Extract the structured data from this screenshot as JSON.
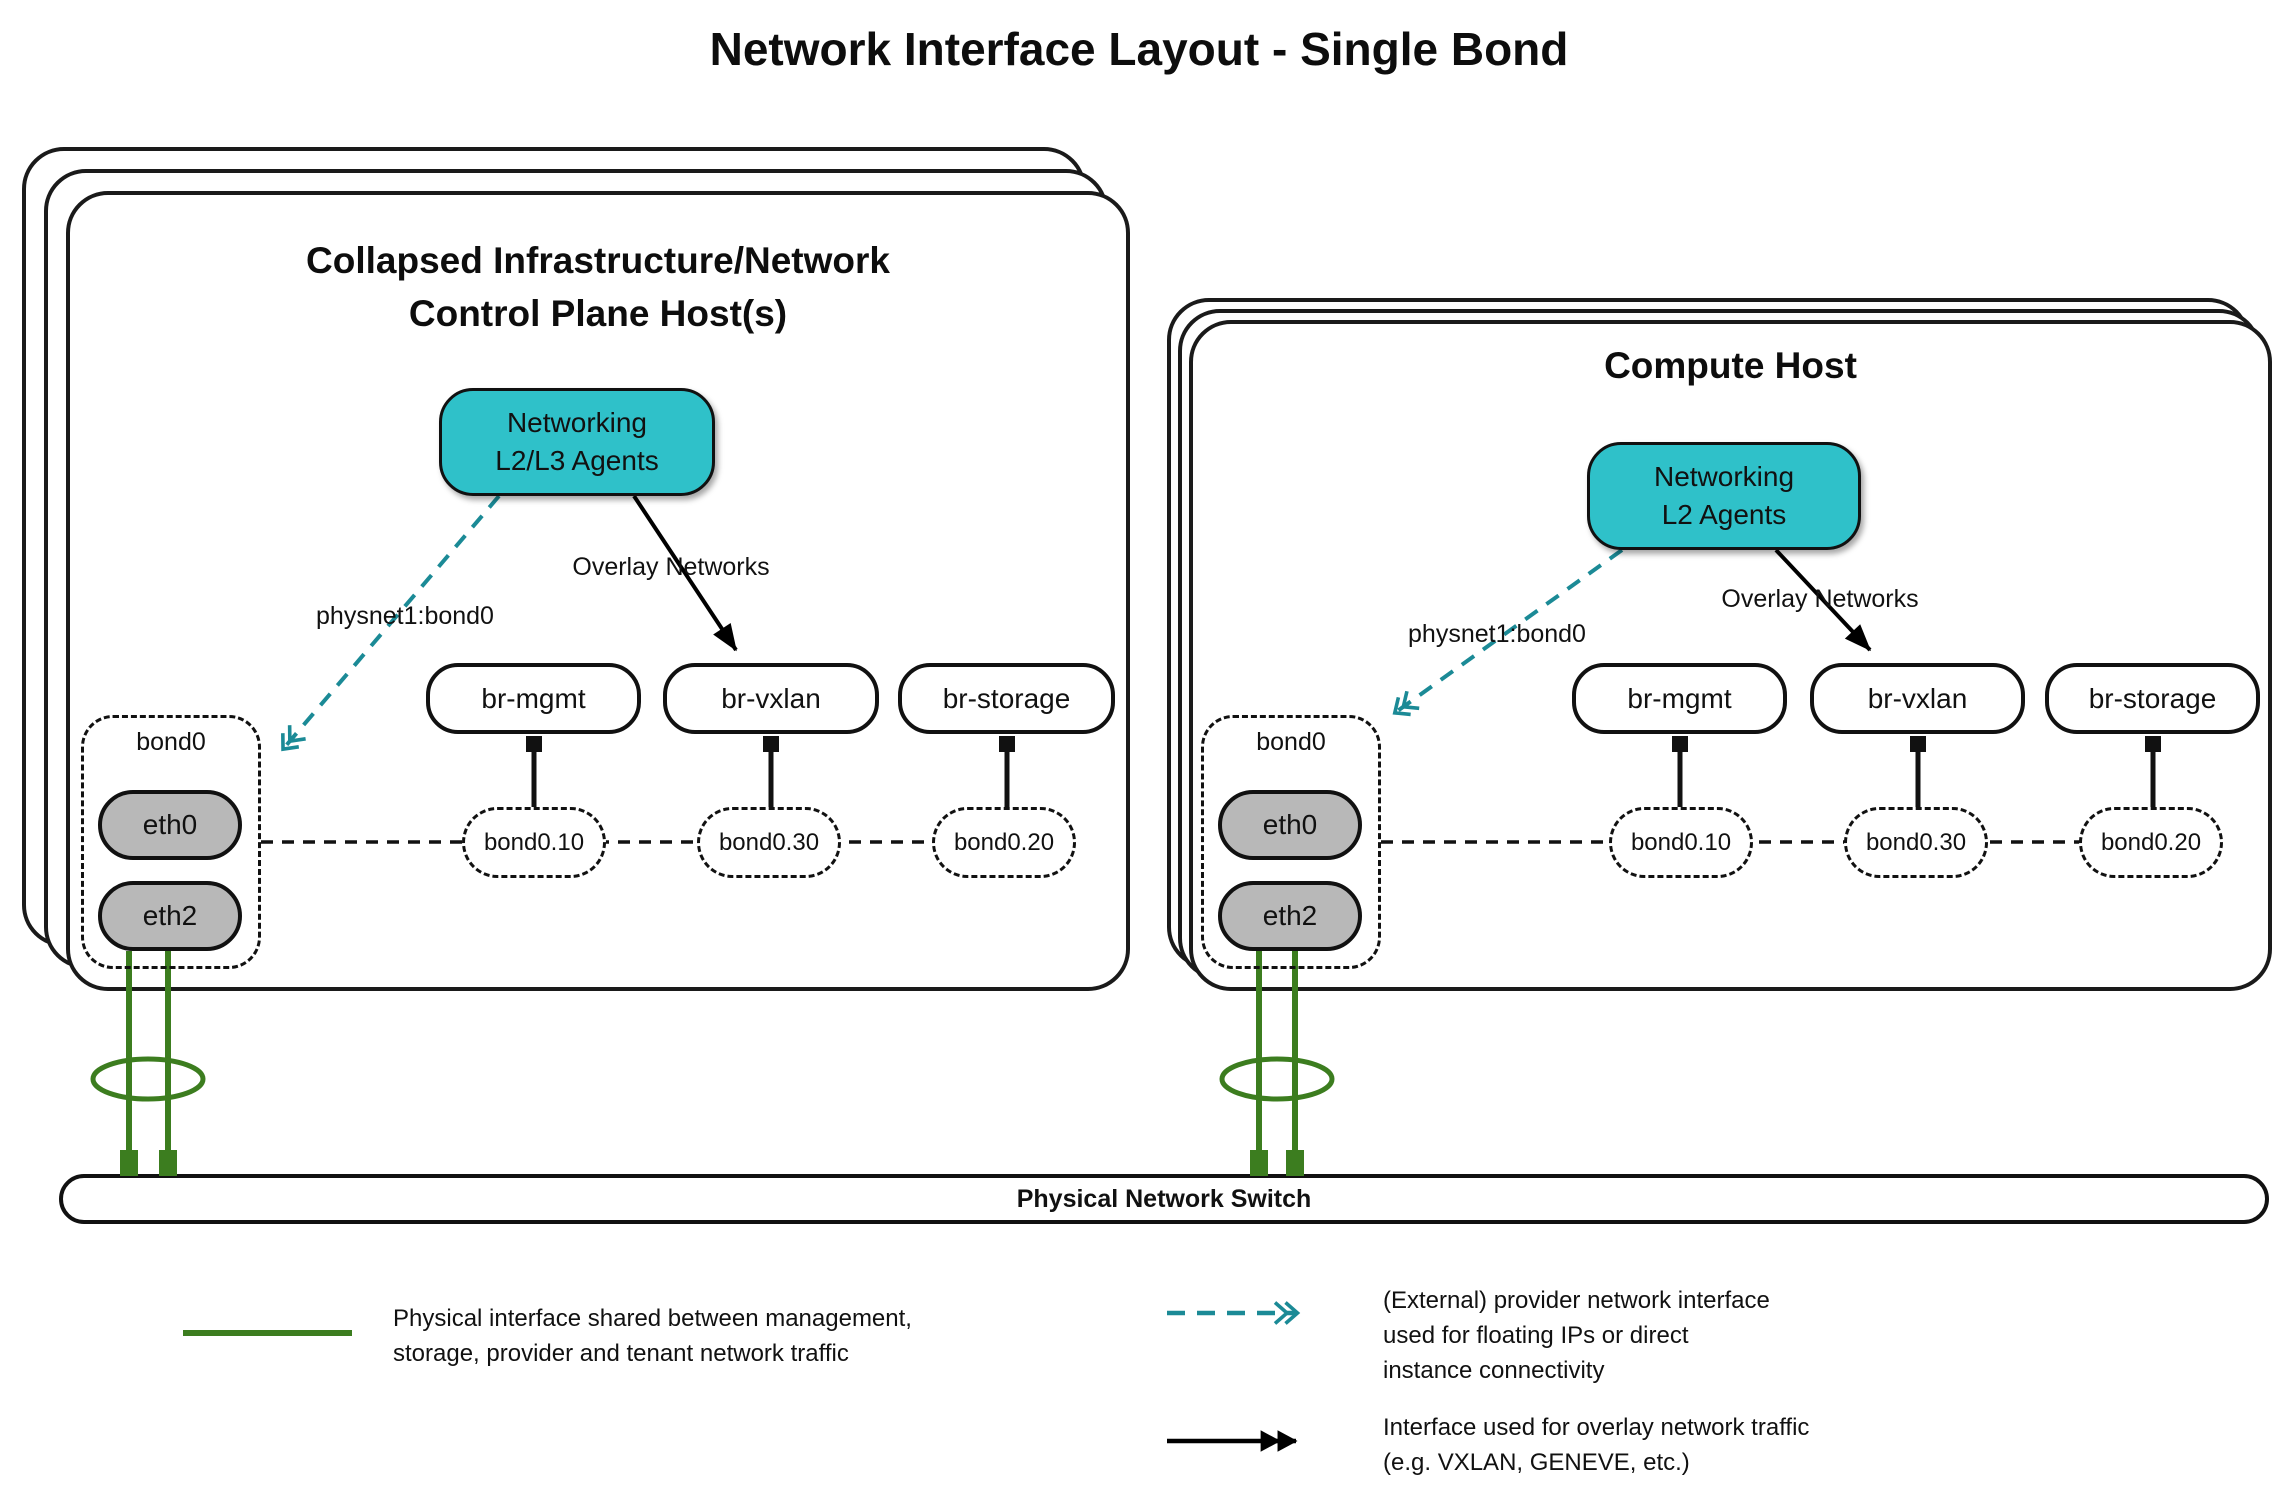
{
  "title": "Network Interface Layout - Single Bond",
  "control_host": {
    "title": "Collapsed Infrastructure/Network\nControl Plane Host(s)",
    "agent_label": "Networking\nL2/L3 Agents",
    "provider_arrow_label": "physnet1:bond0",
    "overlay_arrow_label": "Overlay Networks",
    "bridges": [
      "br-mgmt",
      "br-vxlan",
      "br-storage"
    ],
    "bond": {
      "label": "bond0",
      "nics": [
        "eth0",
        "eth2"
      ]
    },
    "vlan_subinterfaces": [
      "bond0.10",
      "bond0.30",
      "bond0.20"
    ]
  },
  "compute_host": {
    "title": "Compute Host",
    "agent_label": "Networking\nL2 Agents",
    "provider_arrow_label": "physnet1:bond0",
    "overlay_arrow_label": "Overlay Networks",
    "bridges": [
      "br-mgmt",
      "br-vxlan",
      "br-storage"
    ],
    "bond": {
      "label": "bond0",
      "nics": [
        "eth0",
        "eth2"
      ]
    },
    "vlan_subinterfaces": [
      "bond0.10",
      "bond0.30",
      "bond0.20"
    ]
  },
  "switch": {
    "label": "Physical Network Switch"
  },
  "legend": {
    "physical": "Physical interface shared between management,\nstorage, provider and tenant network traffic",
    "provider": "(External) provider network interface\nused for floating IPs or direct\ninstance connectivity",
    "overlay": "Interface used for overlay network traffic\n(e.g. VXLAN, GENEVE, etc.)"
  },
  "colors": {
    "agent_fill": "#2fc1c9",
    "provider_line": "#1b8a96",
    "physical_line": "#3c7d1f",
    "nic_fill": "#b8b8b8"
  }
}
